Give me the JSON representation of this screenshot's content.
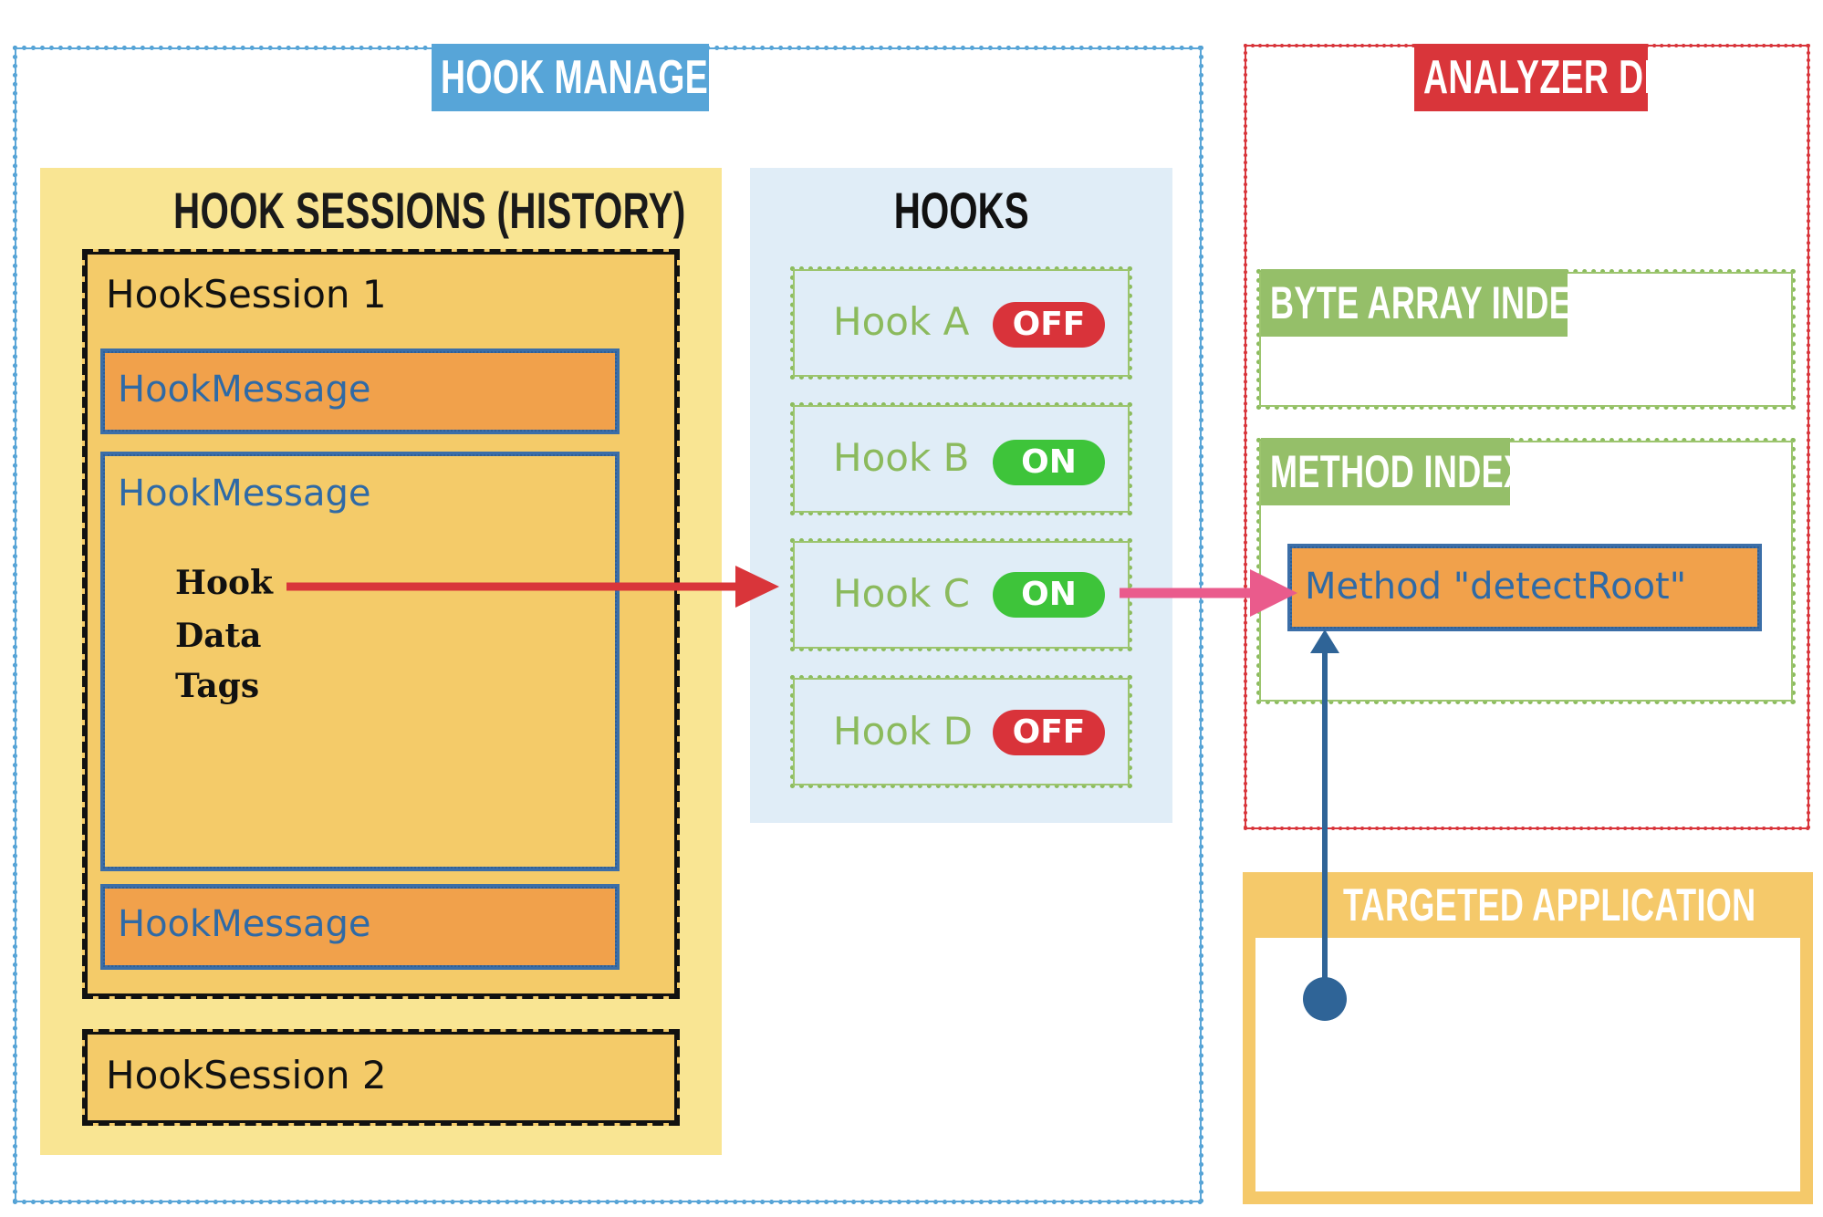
{
  "hook_manager": {
    "title": "HOOK MANAGER",
    "sessions": {
      "title": "HOOK SESSIONS (HISTORY)",
      "session_1": {
        "label": "HookSession 1",
        "messages": [
          "HookMessage",
          "HookMessage",
          "HookMessage"
        ],
        "fields": [
          "Hook",
          "Data",
          "Tags"
        ]
      },
      "session_2": {
        "label": "HookSession 2"
      }
    },
    "hooks": {
      "title": "HOOKS",
      "items": [
        {
          "label": "Hook A",
          "state": "OFF"
        },
        {
          "label": "Hook B",
          "state": "ON"
        },
        {
          "label": "Hook C",
          "state": "ON"
        },
        {
          "label": "Hook D",
          "state": "OFF"
        }
      ]
    }
  },
  "analyzer_db": {
    "title": "ANALYZER DB",
    "byte_array_index": {
      "title": "BYTE ARRAY INDEX"
    },
    "method_index": {
      "title": "METHOD INDEX",
      "method": "Method \"detectRoot\""
    }
  },
  "targeted_application": {
    "title": "TARGETED APPLICATION"
  },
  "colors": {
    "hook_manager_border": "#57a5d8",
    "analyzer_border": "#d9353a",
    "targeted_border": "#f5c96a",
    "off": "#d9333a",
    "on": "#3ec43a",
    "arrow_hook": "#d9353a",
    "arrow_hook_c": "#ea5b8c",
    "arrow_app": "#2f6497"
  }
}
